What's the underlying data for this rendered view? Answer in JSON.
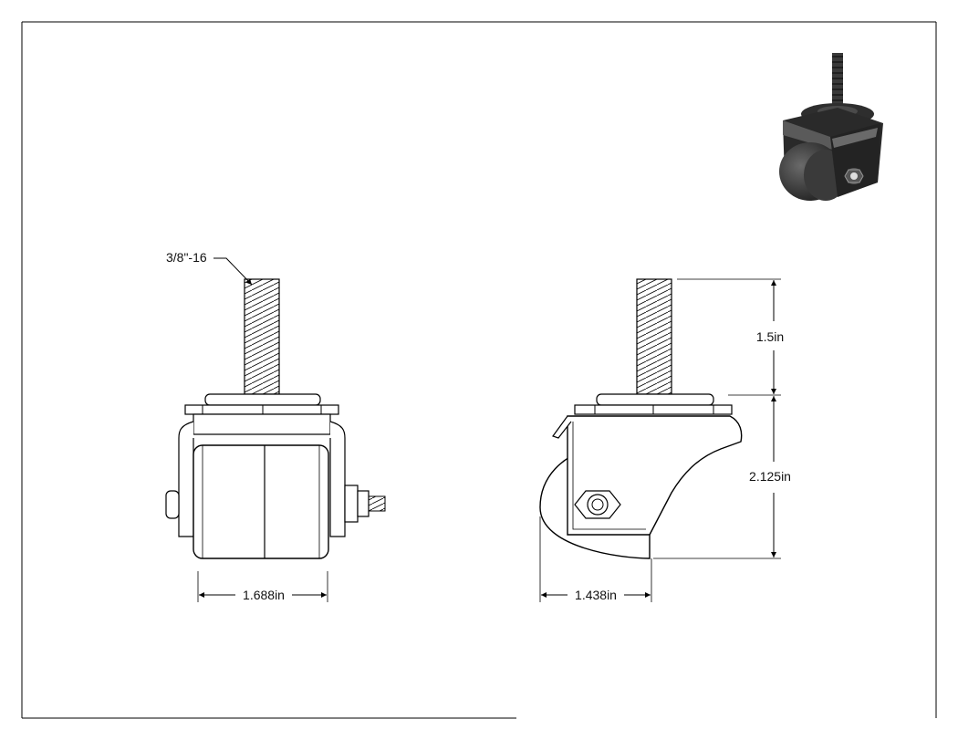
{
  "thread_callout": "3/8\"-16",
  "dimensions": {
    "stem_length": "1.5in",
    "body_height": "2.125in",
    "front_width": "1.688in",
    "side_width": "1.438in"
  },
  "colors": {
    "line": "#000000",
    "background": "#ffffff",
    "render_dark": "#2b2b2b"
  }
}
